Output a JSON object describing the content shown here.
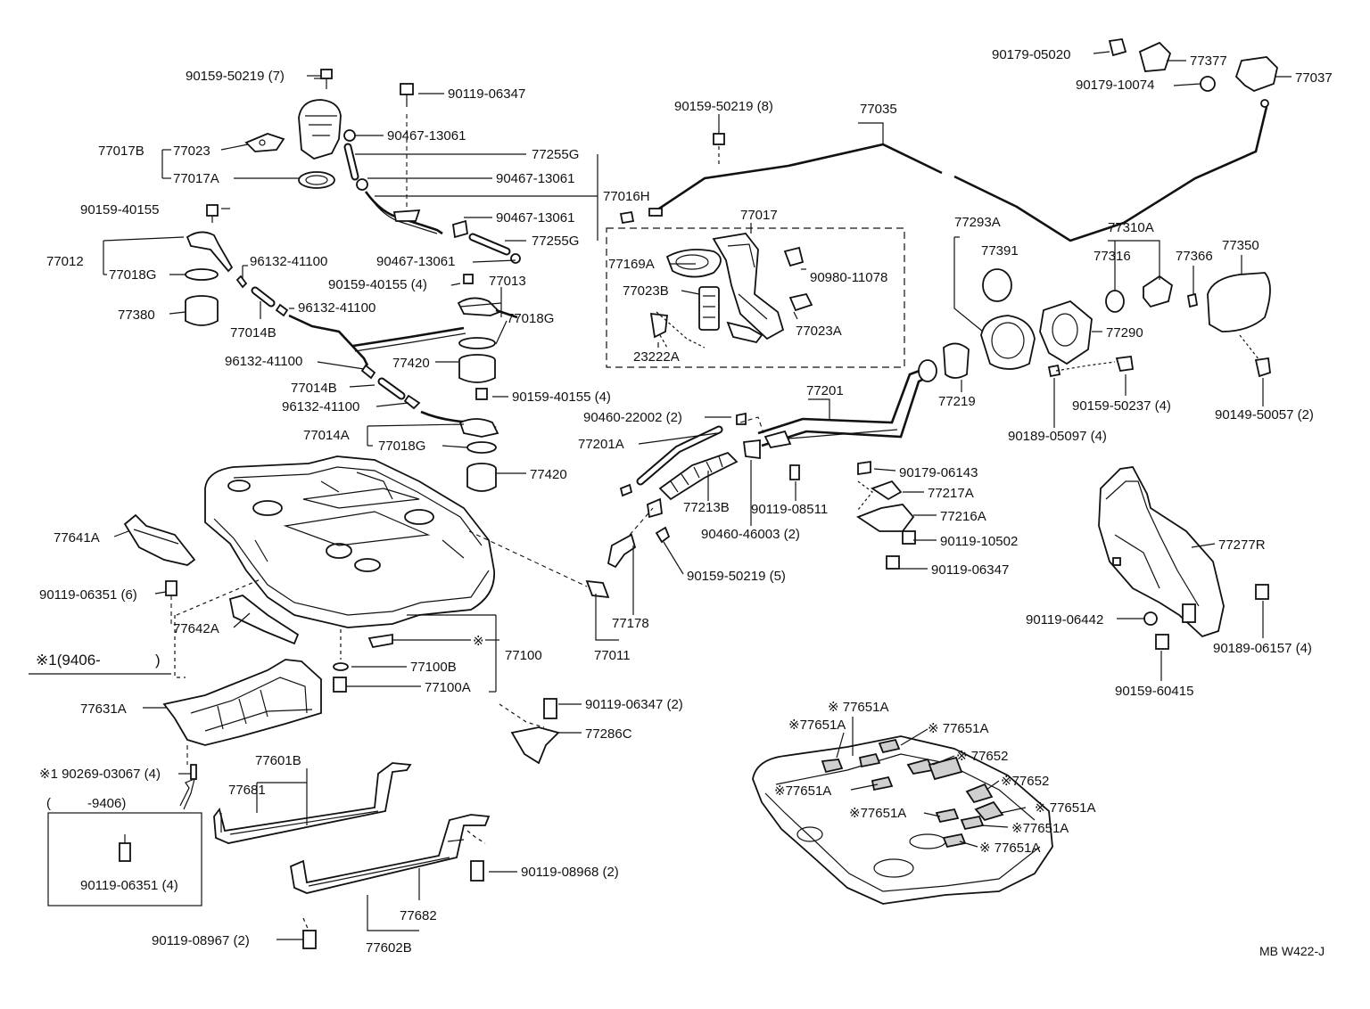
{
  "footer": {
    "code": "MB W422-J"
  },
  "callouts": [
    {
      "id": "c0",
      "text": "90159-50219 (7)"
    },
    {
      "id": "c1",
      "text": "90119-06347"
    },
    {
      "id": "c2",
      "text": "90467-13061"
    },
    {
      "id": "c3",
      "text": "77017B"
    },
    {
      "id": "c4",
      "text": "77023"
    },
    {
      "id": "c5",
      "text": "77017A"
    },
    {
      "id": "c6",
      "text": "77255G"
    },
    {
      "id": "c7",
      "text": "90467-13061"
    },
    {
      "id": "c8",
      "text": "77016H"
    },
    {
      "id": "c9",
      "text": "90159-40155"
    },
    {
      "id": "c10",
      "text": "90467-13061"
    },
    {
      "id": "c11",
      "text": "77255G"
    },
    {
      "id": "c12",
      "text": "77012"
    },
    {
      "id": "c13",
      "text": "96132-41100"
    },
    {
      "id": "c14",
      "text": "90467-13061"
    },
    {
      "id": "c15",
      "text": "77018G"
    },
    {
      "id": "c16",
      "text": "90159-40155 (4)"
    },
    {
      "id": "c17",
      "text": "77013"
    },
    {
      "id": "c18",
      "text": "77380"
    },
    {
      "id": "c19",
      "text": "77014B"
    },
    {
      "id": "c20",
      "text": "96132-41100"
    },
    {
      "id": "c21",
      "text": "77018G"
    },
    {
      "id": "c22",
      "text": "96132-41100"
    },
    {
      "id": "c23",
      "text": "77420"
    },
    {
      "id": "c24",
      "text": "77014B"
    },
    {
      "id": "c25",
      "text": "90159-40155 (4)"
    },
    {
      "id": "c26",
      "text": "96132-41100"
    },
    {
      "id": "c27",
      "text": "77014A"
    },
    {
      "id": "c28",
      "text": "77018G"
    },
    {
      "id": "c29",
      "text": "77420"
    },
    {
      "id": "c30",
      "text": "90159-50219 (8)"
    },
    {
      "id": "c31",
      "text": "77035"
    },
    {
      "id": "c32",
      "text": "77017"
    },
    {
      "id": "c33",
      "text": "77169A"
    },
    {
      "id": "c34",
      "text": "90980-11078"
    },
    {
      "id": "c35",
      "text": "77023B"
    },
    {
      "id": "c36",
      "text": "77023A"
    },
    {
      "id": "c37",
      "text": "23222A"
    },
    {
      "id": "c38",
      "text": "90179-05020"
    },
    {
      "id": "c39",
      "text": "77377"
    },
    {
      "id": "c40",
      "text": "77037"
    },
    {
      "id": "c41",
      "text": "90179-10074"
    },
    {
      "id": "c42",
      "text": "77293A"
    },
    {
      "id": "c43",
      "text": "77391"
    },
    {
      "id": "c44",
      "text": "77310A"
    },
    {
      "id": "c45",
      "text": "77316"
    },
    {
      "id": "c46",
      "text": "77366"
    },
    {
      "id": "c47",
      "text": "77350"
    },
    {
      "id": "c48",
      "text": "77290"
    },
    {
      "id": "c49",
      "text": "77219"
    },
    {
      "id": "c50",
      "text": "90159-50237 (4)"
    },
    {
      "id": "c51",
      "text": "90149-50057 (2)"
    },
    {
      "id": "c52",
      "text": "90189-05097 (4)"
    },
    {
      "id": "c53",
      "text": "77201"
    },
    {
      "id": "c54",
      "text": "90460-22002 (2)"
    },
    {
      "id": "c55",
      "text": "77201A"
    },
    {
      "id": "c56",
      "text": "90179-06143"
    },
    {
      "id": "c57",
      "text": "77217A"
    },
    {
      "id": "c58",
      "text": "77216A"
    },
    {
      "id": "c59",
      "text": "77213B"
    },
    {
      "id": "c60",
      "text": "90119-08511"
    },
    {
      "id": "c61",
      "text": "90460-46003 (2)"
    },
    {
      "id": "c62",
      "text": "90119-10502"
    },
    {
      "id": "c63",
      "text": "90119-06347"
    },
    {
      "id": "c64",
      "text": "90159-50219 (5)"
    },
    {
      "id": "c65",
      "text": "77178"
    },
    {
      "id": "c66",
      "text": "77011"
    },
    {
      "id": "c67",
      "text": "77641A"
    },
    {
      "id": "c68",
      "text": "90119-06351 (6)"
    },
    {
      "id": "c69",
      "text": "77642A"
    },
    {
      "id": "c70",
      "text": "※1(9406-"
    },
    {
      "id": "c71",
      "text": ")"
    },
    {
      "id": "c72",
      "text": "※"
    },
    {
      "id": "c73",
      "text": "77100"
    },
    {
      "id": "c74",
      "text": "77100B"
    },
    {
      "id": "c75",
      "text": "77100A"
    },
    {
      "id": "c76",
      "text": "77631A"
    },
    {
      "id": "c77",
      "text": "90119-06347 (2)"
    },
    {
      "id": "c78",
      "text": "77286C"
    },
    {
      "id": "c79",
      "text": "※1 90269-03067 (4)"
    },
    {
      "id": "c80",
      "text": "77601B"
    },
    {
      "id": "c81",
      "text": "77681"
    },
    {
      "id": "c82",
      "text": "("
    },
    {
      "id": "c83",
      "text": "-9406)"
    },
    {
      "id": "c84",
      "text": "90119-06351 (4)"
    },
    {
      "id": "c85",
      "text": "90119-08968 (2)"
    },
    {
      "id": "c86",
      "text": "77682"
    },
    {
      "id": "c87",
      "text": "90119-08967 (2)"
    },
    {
      "id": "c88",
      "text": "77602B"
    },
    {
      "id": "c89",
      "text": "77277R"
    },
    {
      "id": "c90",
      "text": "90119-06442"
    },
    {
      "id": "c91",
      "text": "90189-06157 (4)"
    },
    {
      "id": "c92",
      "text": "90159-60415"
    },
    {
      "id": "c93",
      "text": "※ 77651A"
    },
    {
      "id": "c94",
      "text": "※77651A"
    },
    {
      "id": "c95",
      "text": "※ 77651A"
    },
    {
      "id": "c96",
      "text": "※ 77652"
    },
    {
      "id": "c97",
      "text": "※77651A"
    },
    {
      "id": "c98",
      "text": "※77652"
    },
    {
      "id": "c99",
      "text": "※77651A"
    },
    {
      "id": "c100",
      "text": "※ 77651A"
    },
    {
      "id": "c101",
      "text": "※77651A"
    },
    {
      "id": "c102",
      "text": "※ 77651A"
    }
  ]
}
